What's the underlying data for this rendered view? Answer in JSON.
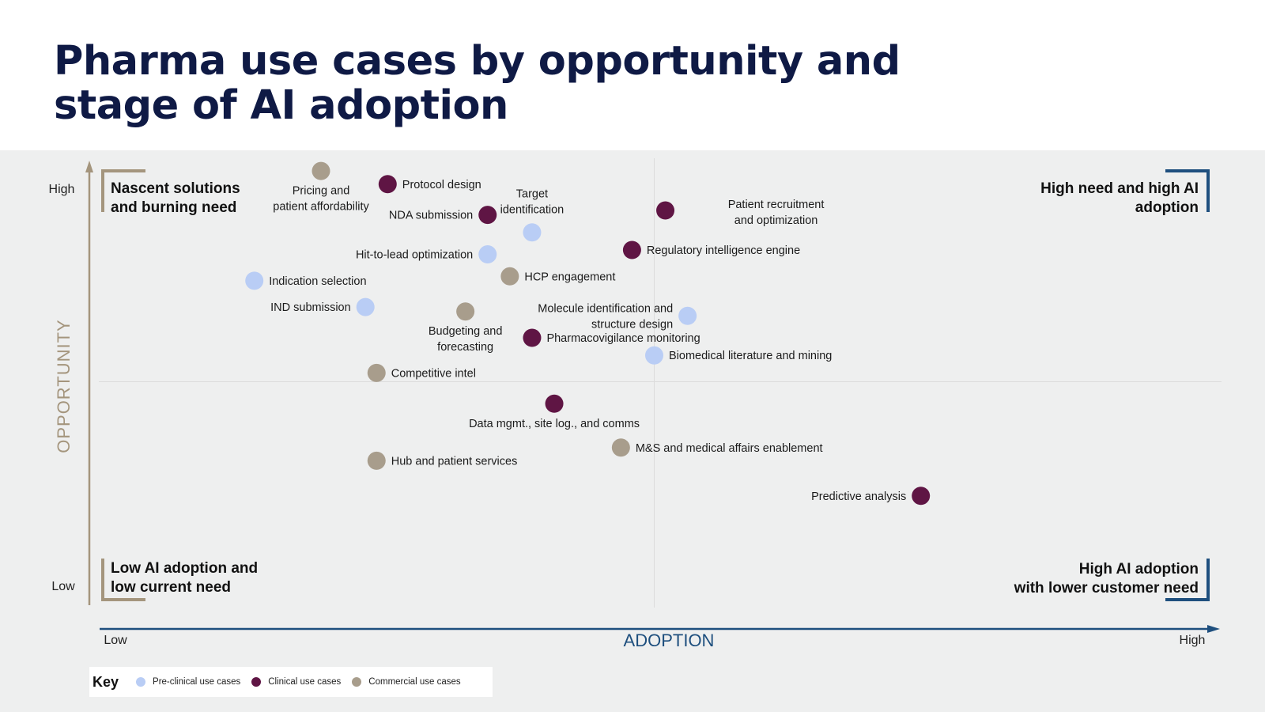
{
  "title": "Pharma use cases by opportunity and stage of AI adoption",
  "colors": {
    "pre_clinical": "#b9cdf5",
    "clinical": "#5f1544",
    "commercial": "#a89d8c",
    "adoption_axis": "#1e4f7e",
    "opportunity_axis": "#a4957d",
    "title": "#0f1a45"
  },
  "key": {
    "title": "Key",
    "items": [
      {
        "label": "Pre-clinical use cases",
        "color": "#b9cdf5"
      },
      {
        "label": "Clinical use cases",
        "color": "#5f1544"
      },
      {
        "label": "Commercial use cases",
        "color": "#a89d8c"
      }
    ]
  },
  "chart_data": {
    "type": "scatter",
    "title": "Pharma use cases by opportunity and stage of AI adoption",
    "xlabel": "ADOPTION",
    "ylabel": "OPPORTUNITY",
    "x_ticks": {
      "low": "Low",
      "high": "High"
    },
    "y_ticks": {
      "low": "Low",
      "high": "High"
    },
    "xlim": [
      0,
      100
    ],
    "ylim": [
      0,
      100
    ],
    "grid": "quadrant dividers at midpoints",
    "quadrants": [
      {
        "position": "top-left",
        "lines": [
          "Nascent solutions",
          "and burning need"
        ]
      },
      {
        "position": "top-right",
        "lines": [
          "High need and high AI",
          "adoption"
        ]
      },
      {
        "position": "bottom-left",
        "lines": [
          "Low AI adoption and",
          "low current need"
        ]
      },
      {
        "position": "bottom-right",
        "lines": [
          "High AI adoption",
          "with lower customer need"
        ]
      }
    ],
    "series": [
      {
        "name": "Pre-clinical use cases",
        "color": "#b9cdf5",
        "points": [
          {
            "label": "Indication selection",
            "x": 14,
            "y": 73,
            "label_pos": "right"
          },
          {
            "label": "IND submission",
            "x": 24,
            "y": 67,
            "label_pos": "left"
          },
          {
            "label": "Hit-to-lead optimization",
            "x": 35,
            "y": 79,
            "label_pos": "left"
          },
          {
            "label": "Target identification",
            "x": 39,
            "y": 84,
            "label_pos": "top"
          },
          {
            "label": "Molecule identification and structure design",
            "x": 53,
            "y": 65,
            "label_pos": "left"
          },
          {
            "label": "Biomedical literature and mining",
            "x": 50,
            "y": 56,
            "label_pos": "right"
          }
        ]
      },
      {
        "name": "Clinical use cases",
        "color": "#5f1544",
        "points": [
          {
            "label": "Protocol design",
            "x": 26,
            "y": 95,
            "label_pos": "right"
          },
          {
            "label": "NDA submission",
            "x": 35,
            "y": 88,
            "label_pos": "left"
          },
          {
            "label": "Patient recruitment and optimization",
            "x": 51,
            "y": 89,
            "label_pos": "right-far"
          },
          {
            "label": "Regulatory intelligence engine",
            "x": 48,
            "y": 80,
            "label_pos": "right"
          },
          {
            "label": "Pharmacovigilance monitoring",
            "x": 39,
            "y": 60,
            "label_pos": "right"
          },
          {
            "label": "Data mgmt., site log., and comms",
            "x": 41,
            "y": 45,
            "label_pos": "bottom"
          },
          {
            "label": "Predictive analysis",
            "x": 74,
            "y": 24,
            "label_pos": "left"
          }
        ]
      },
      {
        "name": "Commercial use cases",
        "color": "#a89d8c",
        "points": [
          {
            "label": "Pricing and patient affordability",
            "x": 20,
            "y": 98,
            "label_pos": "bottom"
          },
          {
            "label": "HCP engagement",
            "x": 37,
            "y": 74,
            "label_pos": "right"
          },
          {
            "label": "Budgeting and forecasting",
            "x": 33,
            "y": 66,
            "label_pos": "bottom"
          },
          {
            "label": "Competitive intel",
            "x": 25,
            "y": 52,
            "label_pos": "right"
          },
          {
            "label": "Hub and patient services",
            "x": 25,
            "y": 32,
            "label_pos": "right"
          },
          {
            "label": "M&S and medical affairs enablement",
            "x": 47,
            "y": 35,
            "label_pos": "right"
          }
        ]
      }
    ]
  }
}
